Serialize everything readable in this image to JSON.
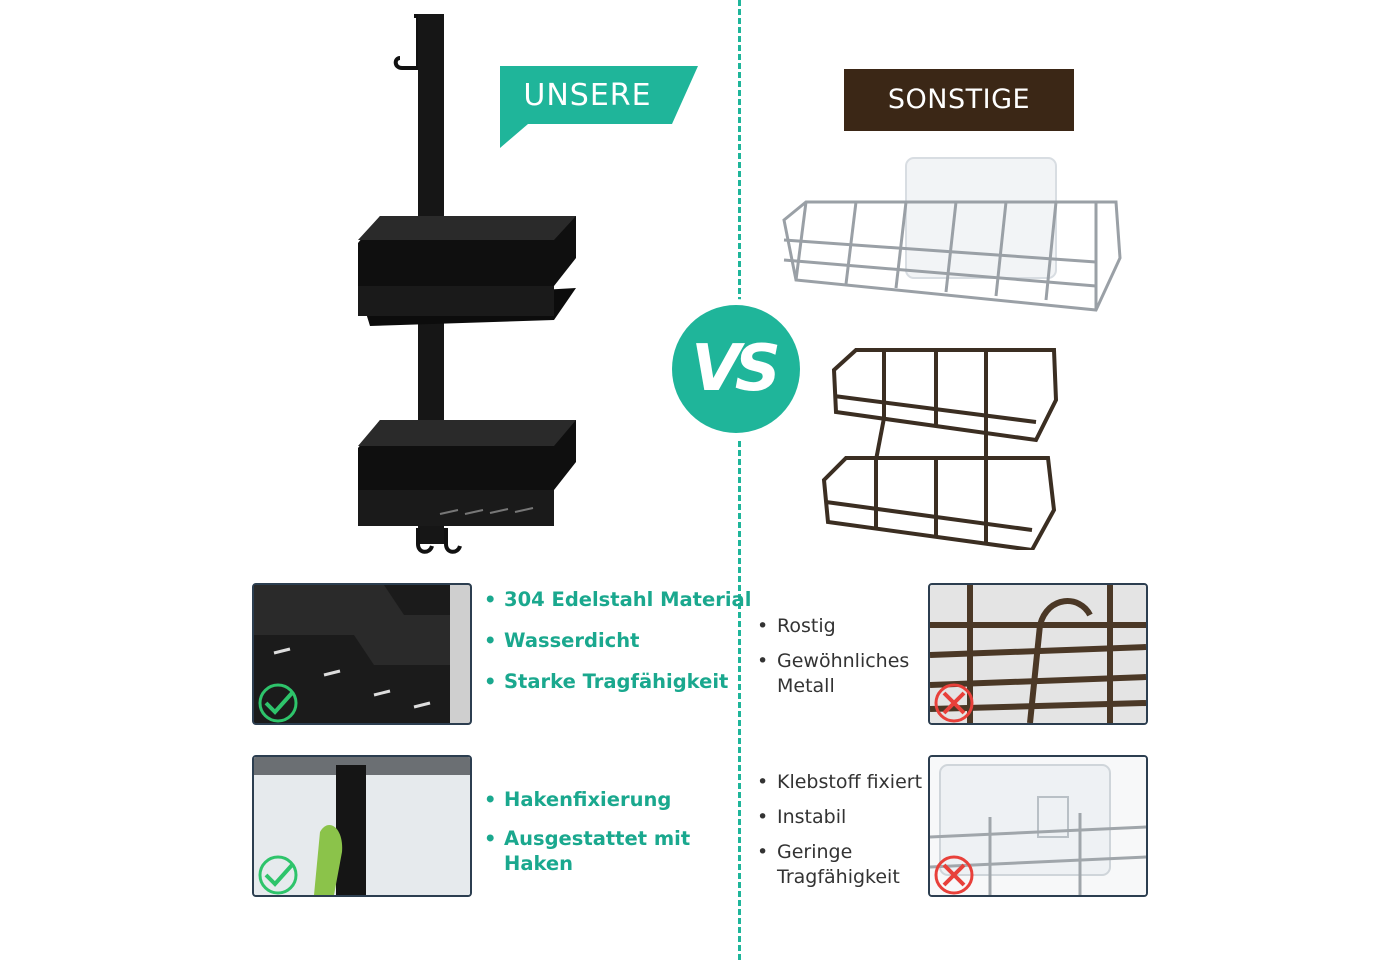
{
  "headers": {
    "ours": "UNSERE",
    "others": "SONSTIGE"
  },
  "vs_label": "VS",
  "ours_features_1": [
    "304 Edelstahl Material",
    "Wasserdicht",
    "Starke Tragfähigkeit"
  ],
  "ours_features_2": [
    "Hakenfixierung",
    "Ausgestattet mit",
    "Haken"
  ],
  "others_features_1": [
    "Rostig",
    "Gewöhnliches",
    "Metall"
  ],
  "others_features_2": [
    "Klebstoff fixiert",
    "Instabil",
    "Geringe",
    "Tragfähigkeit"
  ],
  "colors": {
    "accent": "#1fb59a",
    "brown": "#3b2716",
    "check": "#2ec46b",
    "cross": "#e8403a"
  },
  "icons": [
    "check-icon",
    "cross-icon"
  ]
}
